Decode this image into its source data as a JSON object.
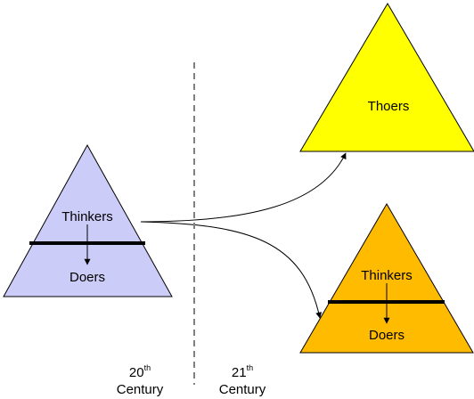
{
  "colors": {
    "left_triangle": "#ccccf8",
    "top_right_triangle": "#ffff00",
    "bottom_right_triangle": "#ffbb00",
    "outline": "#000000",
    "divider": "#808080"
  },
  "left_pyramid": {
    "top_label": "Thinkers",
    "bottom_label": "Doers"
  },
  "top_right_pyramid": {
    "label": "Thoers"
  },
  "bottom_right_pyramid": {
    "top_label": "Thinkers",
    "bottom_label": "Doers"
  },
  "eras": {
    "left": {
      "number": "20",
      "suffix": "th",
      "word": "Century"
    },
    "right": {
      "number": "21",
      "suffix": "th",
      "word": "Century"
    }
  }
}
